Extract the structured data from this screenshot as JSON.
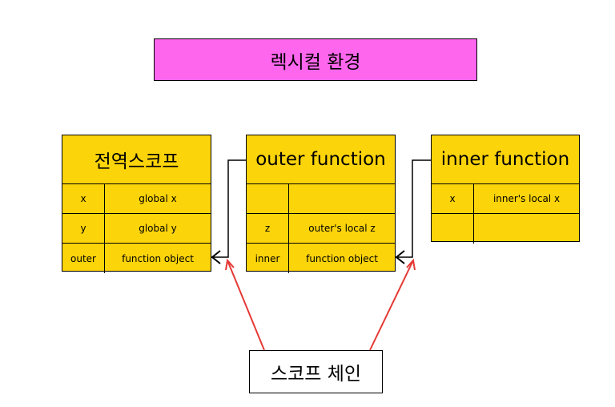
{
  "colors": {
    "title_fill": "#ff66ee",
    "table_fill": "#fcd40a",
    "link_arrow": "#000000",
    "chain_arrow": "#e53935"
  },
  "title": "렉시컬 환경",
  "scope_chain_label": "스코프 체인",
  "environments": [
    {
      "header": "전역스코프",
      "rows": [
        {
          "key": "x",
          "value": "global x"
        },
        {
          "key": "y",
          "value": "global y"
        },
        {
          "key": "outer",
          "value": "function object"
        }
      ]
    },
    {
      "header": "outer function",
      "rows": [
        {
          "key": "",
          "value": ""
        },
        {
          "key": "z",
          "value": "outer's local z"
        },
        {
          "key": "inner",
          "value": "function object"
        }
      ]
    },
    {
      "header": "inner function",
      "rows": [
        {
          "key": "x",
          "value": "inner's local x"
        },
        {
          "key": "",
          "value": ""
        }
      ]
    }
  ]
}
